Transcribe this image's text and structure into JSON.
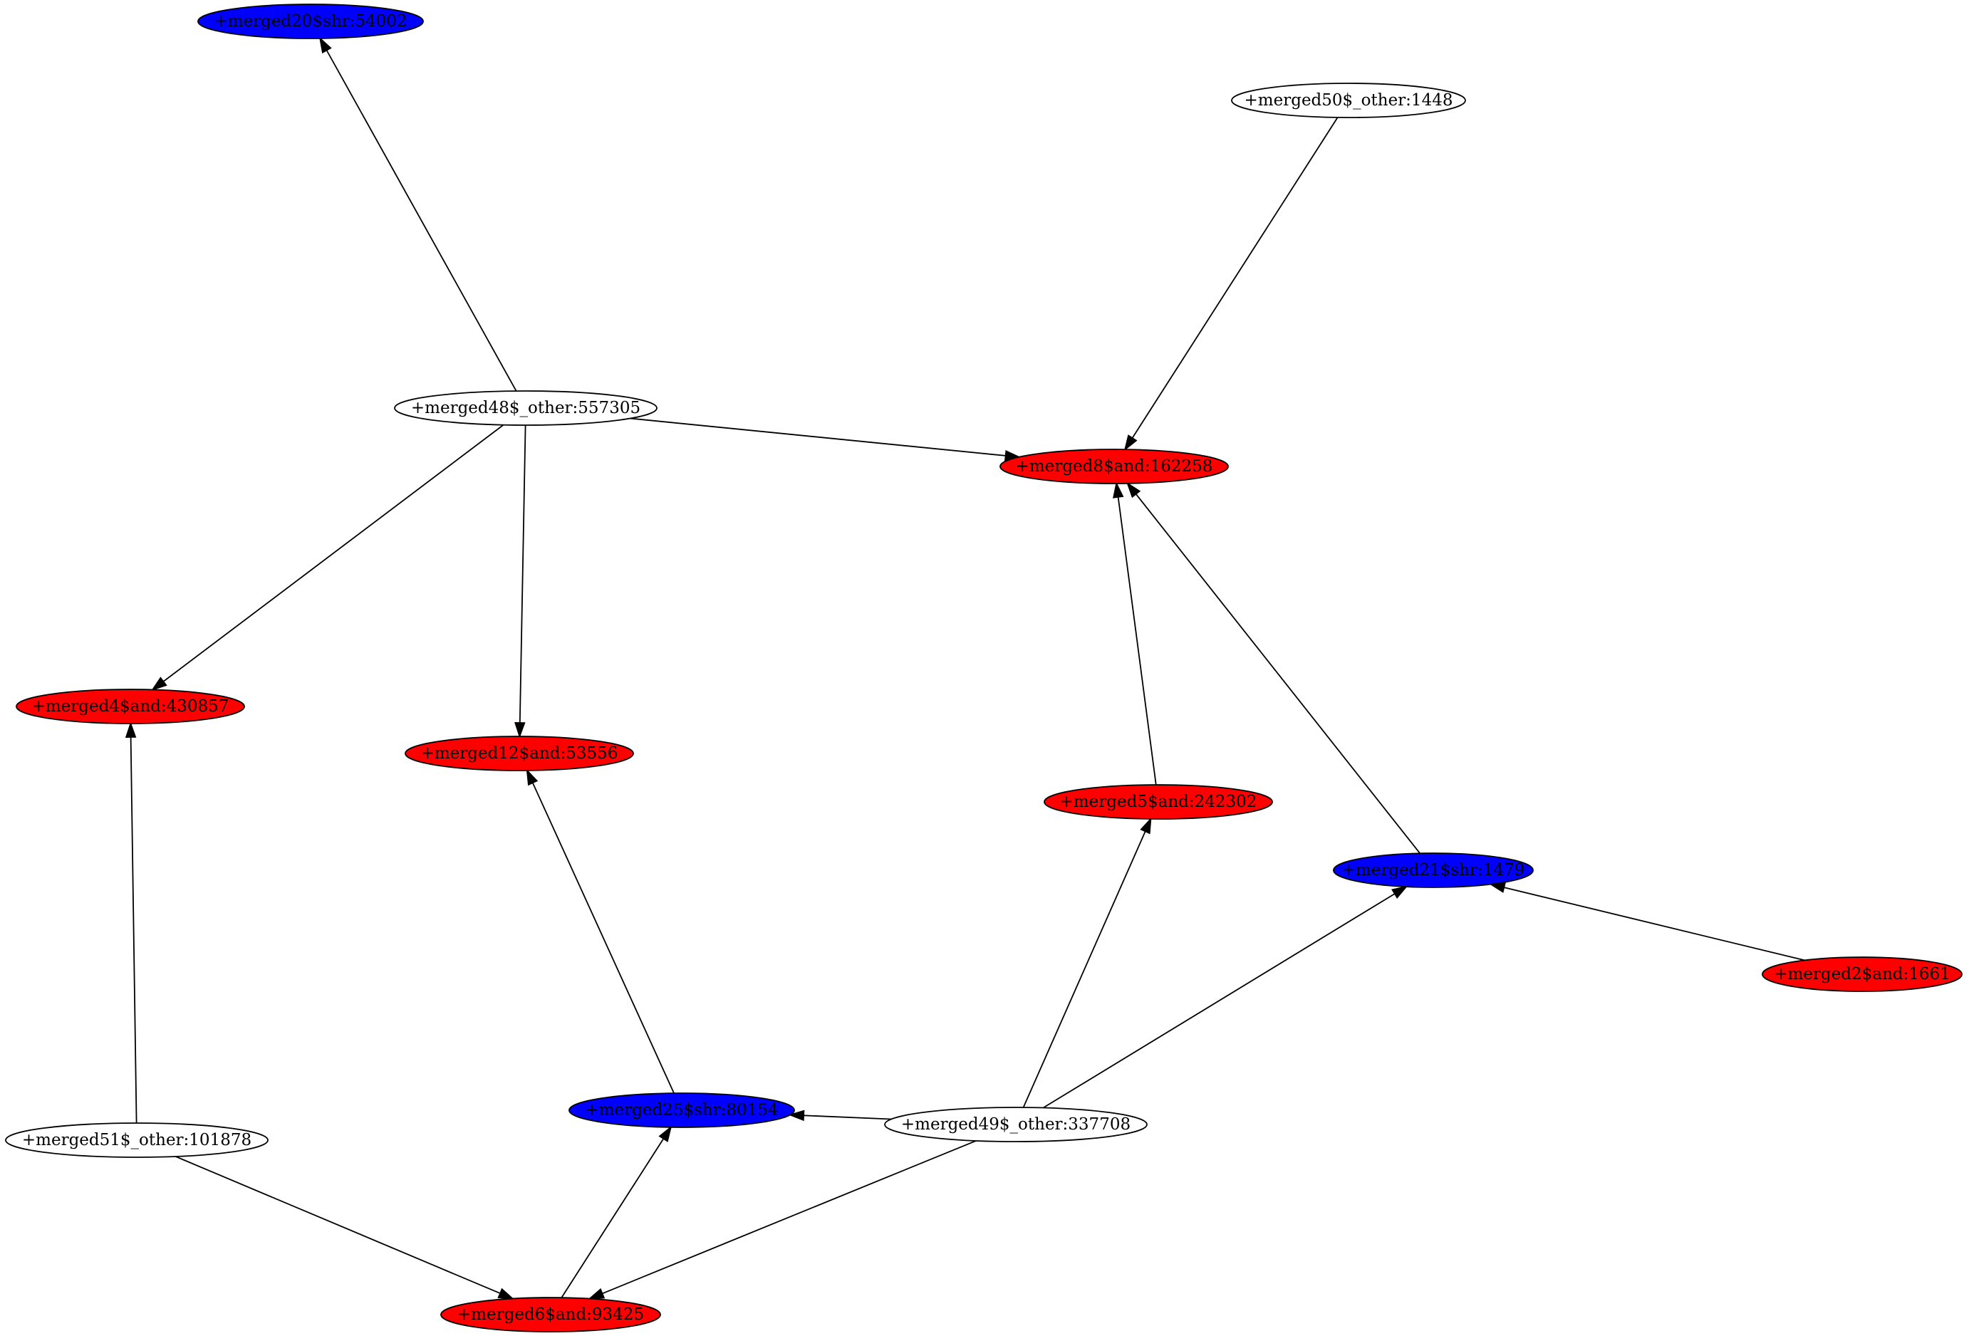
{
  "colors": {
    "and": "#ff0000",
    "shr": "#0000ff",
    "other": "#ffffff",
    "stroke": "#000000",
    "text": "#000000"
  },
  "nodes": [
    {
      "id": "merged20",
      "label": "+merged20$shr:54002",
      "kind": "shr"
    },
    {
      "id": "merged50",
      "label": "+merged50$_other:1448",
      "kind": "other"
    },
    {
      "id": "merged48",
      "label": "+merged48$_other:557305",
      "kind": "other"
    },
    {
      "id": "merged8",
      "label": "+merged8$and:162258",
      "kind": "and"
    },
    {
      "id": "merged4",
      "label": "+merged4$and:430857",
      "kind": "and"
    },
    {
      "id": "merged12",
      "label": "+merged12$and:53556",
      "kind": "and"
    },
    {
      "id": "merged5",
      "label": "+merged5$and:242302",
      "kind": "and"
    },
    {
      "id": "merged21",
      "label": "+merged21$shr:1479",
      "kind": "shr"
    },
    {
      "id": "merged2",
      "label": "+merged2$and:1661",
      "kind": "and"
    },
    {
      "id": "merged25",
      "label": "+merged25$shr:80154",
      "kind": "shr"
    },
    {
      "id": "merged49",
      "label": "+merged49$_other:337708",
      "kind": "other"
    },
    {
      "id": "merged51",
      "label": "+merged51$_other:101878",
      "kind": "other"
    },
    {
      "id": "merged6",
      "label": "+merged6$and:93425",
      "kind": "and"
    }
  ],
  "edges": [
    {
      "from": "merged48",
      "to": "merged20"
    },
    {
      "from": "merged48",
      "to": "merged8"
    },
    {
      "from": "merged48",
      "to": "merged4"
    },
    {
      "from": "merged48",
      "to": "merged12"
    },
    {
      "from": "merged50",
      "to": "merged8"
    },
    {
      "from": "merged5",
      "to": "merged8"
    },
    {
      "from": "merged21",
      "to": "merged8"
    },
    {
      "from": "merged2",
      "to": "merged21"
    },
    {
      "from": "merged49",
      "to": "merged21"
    },
    {
      "from": "merged49",
      "to": "merged5"
    },
    {
      "from": "merged49",
      "to": "merged25"
    },
    {
      "from": "merged49",
      "to": "merged6"
    },
    {
      "from": "merged25",
      "to": "merged12"
    },
    {
      "from": "merged51",
      "to": "merged4"
    },
    {
      "from": "merged51",
      "to": "merged6"
    },
    {
      "from": "merged6",
      "to": "merged25"
    }
  ]
}
